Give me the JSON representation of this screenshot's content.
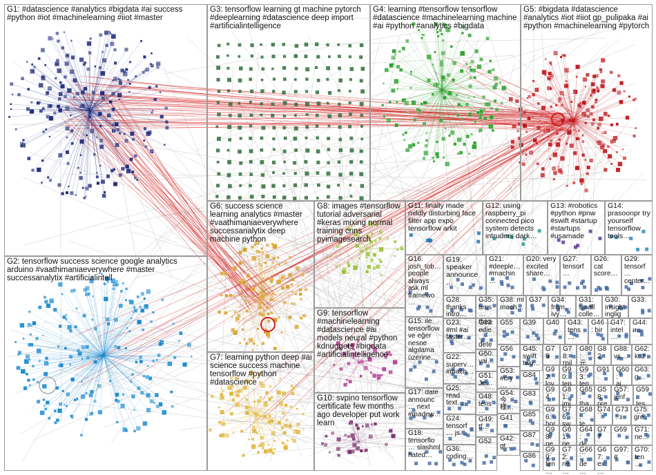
{
  "colors": {
    "edge_grey": "#b9b9b9",
    "edge_red": "#d21919",
    "group_colors": {
      "G1": "#1f2a7a",
      "G2": "#1a8ad0",
      "G3": "#2f6f3a",
      "G4": "#2ca02c",
      "G5": "#c0171c",
      "G6": "#d9a02a",
      "G7": "#e0b53a",
      "G8": "#9cbf3a",
      "G9": "#b03a8a",
      "G10": "#7a2f6a",
      "G11": "#1f77b4",
      "G12": "#2a9d8f",
      "G13": "#5e3c99",
      "G14": "#2b8cbe",
      "default": "#4a6fa5"
    }
  },
  "groups": [
    {
      "id": "G1",
      "label": "G1: #datascience #analytics #bigdata #ai success #python #iot #machinelearning #iiot #master"
    },
    {
      "id": "G2",
      "label": "G2: tensorflow success science google analytics arduino #vaathimaniaeverywhere #master successanalytix #artificialintell"
    },
    {
      "id": "G3",
      "label": "G3: tensorflow learning gt machine pytorch #deeplearning #datascience deep import #artificialintelligence"
    },
    {
      "id": "G4",
      "label": "G4: learning #tensorflow tensorflow #datascience #machinelearning machine #ai #python #analytics #bigdata"
    },
    {
      "id": "G5",
      "label": "G5: #bigdata #datascience #analytics #iot #iiot gp_pulipaka #ai #python #machinelearning #pytorch"
    },
    {
      "id": "G6",
      "label": "G6: success science learning analytics #master #vaathimaniaeverywhere successanalytix deep machine python"
    },
    {
      "id": "G7",
      "label": "G7: learning python deep #ai science success machine tensorflow #python #datascience"
    },
    {
      "id": "G8",
      "label": "G8: images #tensorflow tutorial adversarial #keras mixing normal training cnns pyimagesearch"
    },
    {
      "id": "G9",
      "label": "G9: tensorflow #machinelearning #datascience #ai models neural #python kdnuggets #bigdata #artificialintelligence"
    },
    {
      "id": "G10",
      "label": "G10: svpino tensorflow certificate few months ago developer put work learn"
    },
    {
      "id": "G11",
      "label": "G11: finally made mildly disturbing face filter app expo tensorflow arkit"
    },
    {
      "id": "G12",
      "label": "G12: using raspberry_pi connected pico system detects intruders dark…"
    },
    {
      "id": "G13",
      "label": "G13: #robotics #python #pnw #swift #startup #startups #usamade"
    },
    {
      "id": "G14",
      "label": "G14: prasoonpr try yourself tensorflow tools…"
    },
    {
      "id": "G15",
      "label": "G15: ile tensorflow ve eğer nesne algılama üzerine…"
    },
    {
      "id": "G16",
      "label": "G16: josh_tob… people always ask ml framewo…"
    },
    {
      "id": "G17",
      "label": "G17: date announc… next #madew…"
    },
    {
      "id": "G18",
      "label": "G18: tensorflo… slashml hated…"
    },
    {
      "id": "G19",
      "label": "G19: speaker announce…"
    },
    {
      "id": "G20",
      "label": "G20: very excited share…"
    },
    {
      "id": "G21",
      "label": "G21: #deeple… #machin…"
    },
    {
      "id": "G22",
      "label": "G22: superv… #mach…"
    },
    {
      "id": "G23",
      "label": "G23: #ml #ai faster…"
    },
    {
      "id": "G24",
      "label": "G24: tensorf… js…"
    },
    {
      "id": "G25",
      "label": "G25: read text…"
    },
    {
      "id": "G26",
      "label": "G26: cat score…"
    },
    {
      "id": "G27",
      "label": "G27: tensorf…"
    },
    {
      "id": "G28",
      "label": "G28: thanks intro…"
    },
    {
      "id": "G29",
      "label": "G29: tensorf… center…"
    },
    {
      "id": "G30",
      "label": "G30: insight inglig…"
    },
    {
      "id": "G31",
      "label": "G31: small colle…"
    },
    {
      "id": "G32",
      "label": "G32: edje… dete…"
    },
    {
      "id": "G33",
      "label": "G33:"
    },
    {
      "id": "G34",
      "label": "G34: fram… ivy…"
    },
    {
      "id": "G35",
      "label": "G35: tens… thea…"
    },
    {
      "id": "G36",
      "label": "G36: coding…"
    },
    {
      "id": "G37",
      "label": "G37"
    },
    {
      "id": "G38",
      "label": "G38: ml mach…"
    },
    {
      "id": "G39",
      "label": "G39"
    },
    {
      "id": "G40",
      "label": "G40"
    },
    {
      "id": "G41",
      "label": "G41"
    },
    {
      "id": "G42",
      "label": "G42: gt…"
    },
    {
      "id": "G43",
      "label": "G43: tens…"
    },
    {
      "id": "G44",
      "label": "G44: и…"
    },
    {
      "id": "G45",
      "label": "G45: swift two…"
    },
    {
      "id": "G46",
      "label": "G46: bir"
    },
    {
      "id": "G47",
      "label": "G47: intel…"
    },
    {
      "id": "G48",
      "label": "G48: tens…"
    },
    {
      "id": "G49",
      "label": "G49: tf…"
    },
    {
      "id": "G50",
      "label": "G50: vai…"
    },
    {
      "id": "G51",
      "label": "G51: Je…"
    },
    {
      "id": "G52",
      "label": "G52"
    },
    {
      "id": "G53",
      "label": "G53: #cry…"
    },
    {
      "id": "G54",
      "label": "G54: 今様…"
    },
    {
      "id": "G55",
      "label": "G55"
    },
    {
      "id": "G56",
      "label": "G56"
    },
    {
      "id": "G57",
      "label": "G57: jenf…"
    },
    {
      "id": "G58",
      "label": "G58: pre…"
    },
    {
      "id": "G59",
      "label": "G59: tes…"
    },
    {
      "id": "G60",
      "label": "G60: ai…"
    },
    {
      "id": "G61",
      "label": "G61: ne…"
    },
    {
      "id": "G62",
      "label": "G62: kuz…"
    },
    {
      "id": "G63",
      "label": "G63: g…"
    },
    {
      "id": "G64",
      "label": "G64: de…"
    },
    {
      "id": "G65",
      "label": "G65: tha…"
    },
    {
      "id": "G66",
      "label": "G66: de…"
    },
    {
      "id": "G67",
      "label": "G67: ex…"
    },
    {
      "id": "G68",
      "label": "G68: te…"
    },
    {
      "id": "G69",
      "label": "G69"
    },
    {
      "id": "G70",
      "label": "G70: ten…"
    },
    {
      "id": "G71",
      "label": "G71: ne…"
    },
    {
      "id": "G72",
      "label": "G72: ne…"
    },
    {
      "id": "G73",
      "label": "G73: з"
    },
    {
      "id": "G74",
      "label": "G74"
    },
    {
      "id": "G75",
      "label": "G75: gre…"
    },
    {
      "id": "G76",
      "label": "G76: sw…"
    },
    {
      "id": "G77",
      "label": "G77"
    },
    {
      "id": "G78",
      "label": "G78: rpil…"
    },
    {
      "id": "G79",
      "label": "G79"
    },
    {
      "id": "G80",
      "label": "G80: 元…"
    },
    {
      "id": "G81",
      "label": "G81: jmi…"
    },
    {
      "id": "G82",
      "label": "G82"
    },
    {
      "id": "G83",
      "label": "G83"
    },
    {
      "id": "G84",
      "label": "G84"
    },
    {
      "id": "G85",
      "label": "G85"
    },
    {
      "id": "G86",
      "label": "G86"
    },
    {
      "id": "G87",
      "label": "G87"
    },
    {
      "id": "G88",
      "label": "G88: vs…"
    },
    {
      "id": "G89",
      "label": "G89: ten…"
    },
    {
      "id": "G90",
      "label": "G90: ten…"
    },
    {
      "id": "G91",
      "label": "G91"
    },
    {
      "id": "G92",
      "label": "G92: lov…"
    },
    {
      "id": "G93",
      "label": "G93: ten…"
    },
    {
      "id": "G94",
      "label": "G94"
    },
    {
      "id": "G95",
      "label": "G95: ivy…"
    },
    {
      "id": "G96",
      "label": "G96: hor…"
    },
    {
      "id": "G97",
      "label": "G97: #"
    },
    {
      "id": "G98",
      "label": "G98: ne…"
    },
    {
      "id": "G99",
      "label": "G99: ten…"
    }
  ]
}
